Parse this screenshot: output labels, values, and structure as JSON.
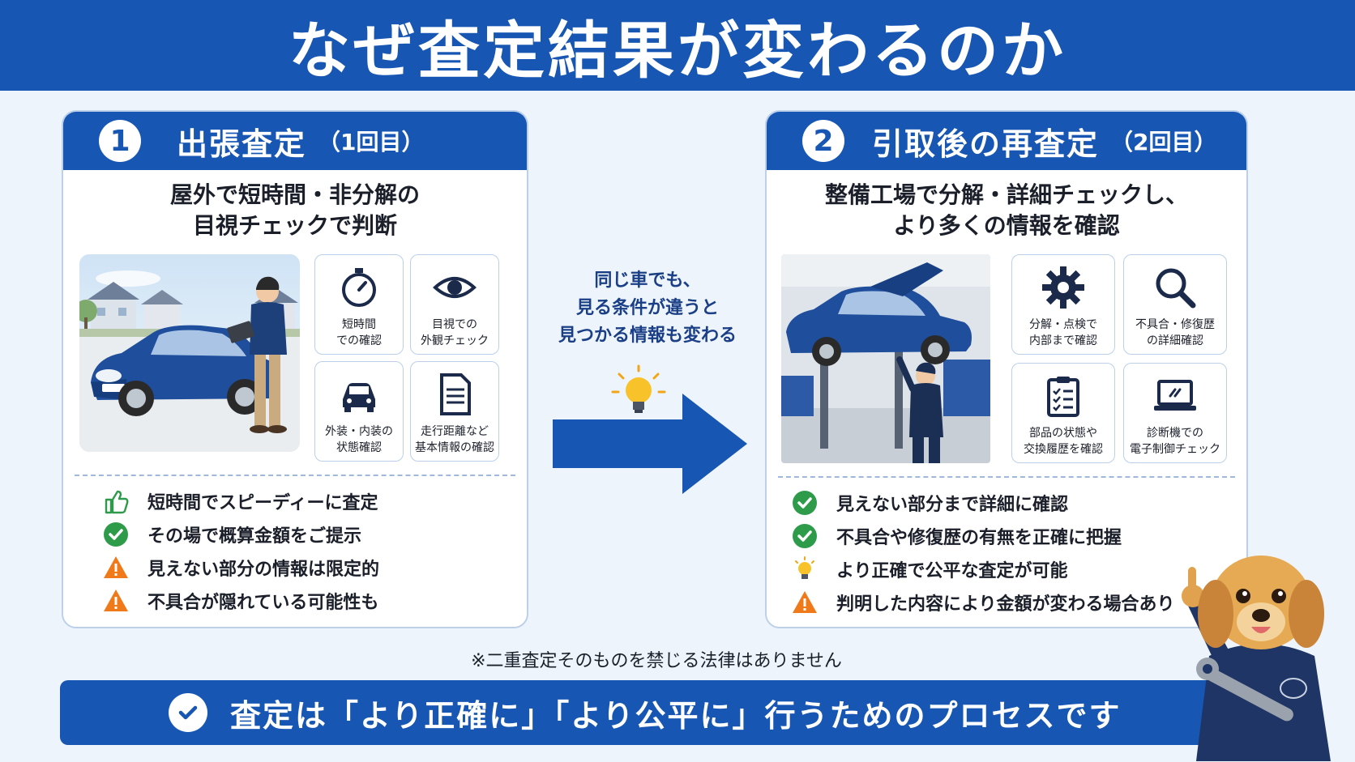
{
  "title": "なぜ査定結果が変わるのか",
  "panel1": {
    "number": "1",
    "title": "出張査定",
    "subtitle": "（1回目）",
    "desc": [
      "屋外で短時間・非分解の",
      "目視チェックで判断"
    ],
    "tiles": [
      {
        "icon": "stopwatch-icon",
        "label": [
          "短時間",
          "での確認"
        ]
      },
      {
        "icon": "eye-icon",
        "label": [
          "目視での",
          "外観チェック"
        ]
      },
      {
        "icon": "car-icon",
        "label": [
          "外装・内装の",
          "状態確認"
        ]
      },
      {
        "icon": "document-icon",
        "label": [
          "走行距離など",
          "基本情報の確認"
        ]
      }
    ],
    "points": [
      {
        "icon": "thumbs-up-icon",
        "text": "短時間でスピーディーに査定"
      },
      {
        "icon": "check-circle-icon",
        "text": "その場で概算金額をご提示"
      },
      {
        "icon": "warning-icon",
        "text": "見えない部分の情報は限定的"
      },
      {
        "icon": "warning-icon",
        "text": "不具合が隠れている可能性も"
      }
    ]
  },
  "panel2": {
    "number": "2",
    "title": "引取後の再査定",
    "subtitle": "（2回目）",
    "desc": [
      "整備工場で分解・詳細チェックし、",
      "より多くの情報を確認"
    ],
    "tiles": [
      {
        "icon": "gear-icon",
        "label": [
          "分解・点検で",
          "内部まで確認"
        ]
      },
      {
        "icon": "magnifier-icon",
        "label": [
          "不具合・修復歴",
          "の詳細確認"
        ]
      },
      {
        "icon": "clipboard-icon",
        "label": [
          "部品の状態や",
          "交換履歴を確認"
        ]
      },
      {
        "icon": "diagnostic-laptop-icon",
        "label": [
          "診断機での",
          "電子制御チェック"
        ]
      }
    ],
    "points": [
      {
        "icon": "check-circle-icon",
        "text": "見えない部分まで詳細に確認"
      },
      {
        "icon": "check-circle-icon",
        "text": "不具合や修復歴の有無を正確に把握"
      },
      {
        "icon": "bulb-icon",
        "text": "より正確で公平な査定が可能"
      },
      {
        "icon": "warning-icon",
        "text": "判明した内容により金額が変わる場合あり"
      }
    ]
  },
  "middle_text": [
    "同じ車でも、",
    "見る条件が違うと",
    "見つかる情報も変わる"
  ],
  "note": "※二重査定そのものを禁じる法律はありません",
  "conclusion": "査定は「より正確に」「より公平に」行うためのプロセスです",
  "colors": {
    "primary": "#1756b3",
    "background": "#eef4fb",
    "check": "#2e9b4a",
    "warning": "#f07a1a"
  }
}
